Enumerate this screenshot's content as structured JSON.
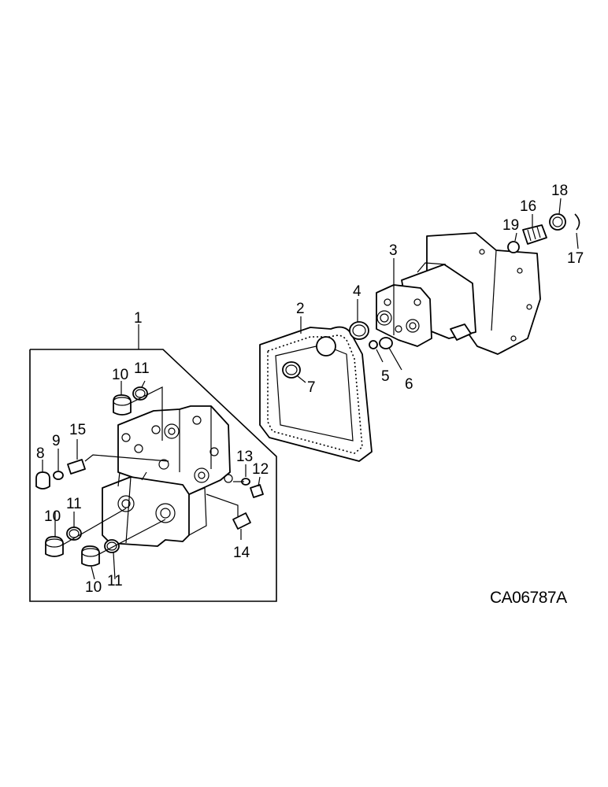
{
  "diagram": {
    "drawing_code": "CA06787A",
    "callouts": [
      {
        "id": "c1",
        "label": "1"
      },
      {
        "id": "c2",
        "label": "2"
      },
      {
        "id": "c3",
        "label": "3"
      },
      {
        "id": "c4",
        "label": "4"
      },
      {
        "id": "c5",
        "label": "5"
      },
      {
        "id": "c6",
        "label": "6"
      },
      {
        "id": "c7",
        "label": "7"
      },
      {
        "id": "c8",
        "label": "8"
      },
      {
        "id": "c9",
        "label": "9"
      },
      {
        "id": "c10a",
        "label": "10"
      },
      {
        "id": "c11a",
        "label": "11"
      },
      {
        "id": "c10b",
        "label": "10"
      },
      {
        "id": "c11b",
        "label": "11"
      },
      {
        "id": "c10c",
        "label": "10"
      },
      {
        "id": "c11c",
        "label": "11"
      },
      {
        "id": "c12",
        "label": "12"
      },
      {
        "id": "c13",
        "label": "13"
      },
      {
        "id": "c14",
        "label": "14"
      },
      {
        "id": "c15",
        "label": "15"
      },
      {
        "id": "c16",
        "label": "16"
      },
      {
        "id": "c17",
        "label": "17"
      },
      {
        "id": "c18",
        "label": "18"
      },
      {
        "id": "c19",
        "label": "19"
      }
    ]
  }
}
